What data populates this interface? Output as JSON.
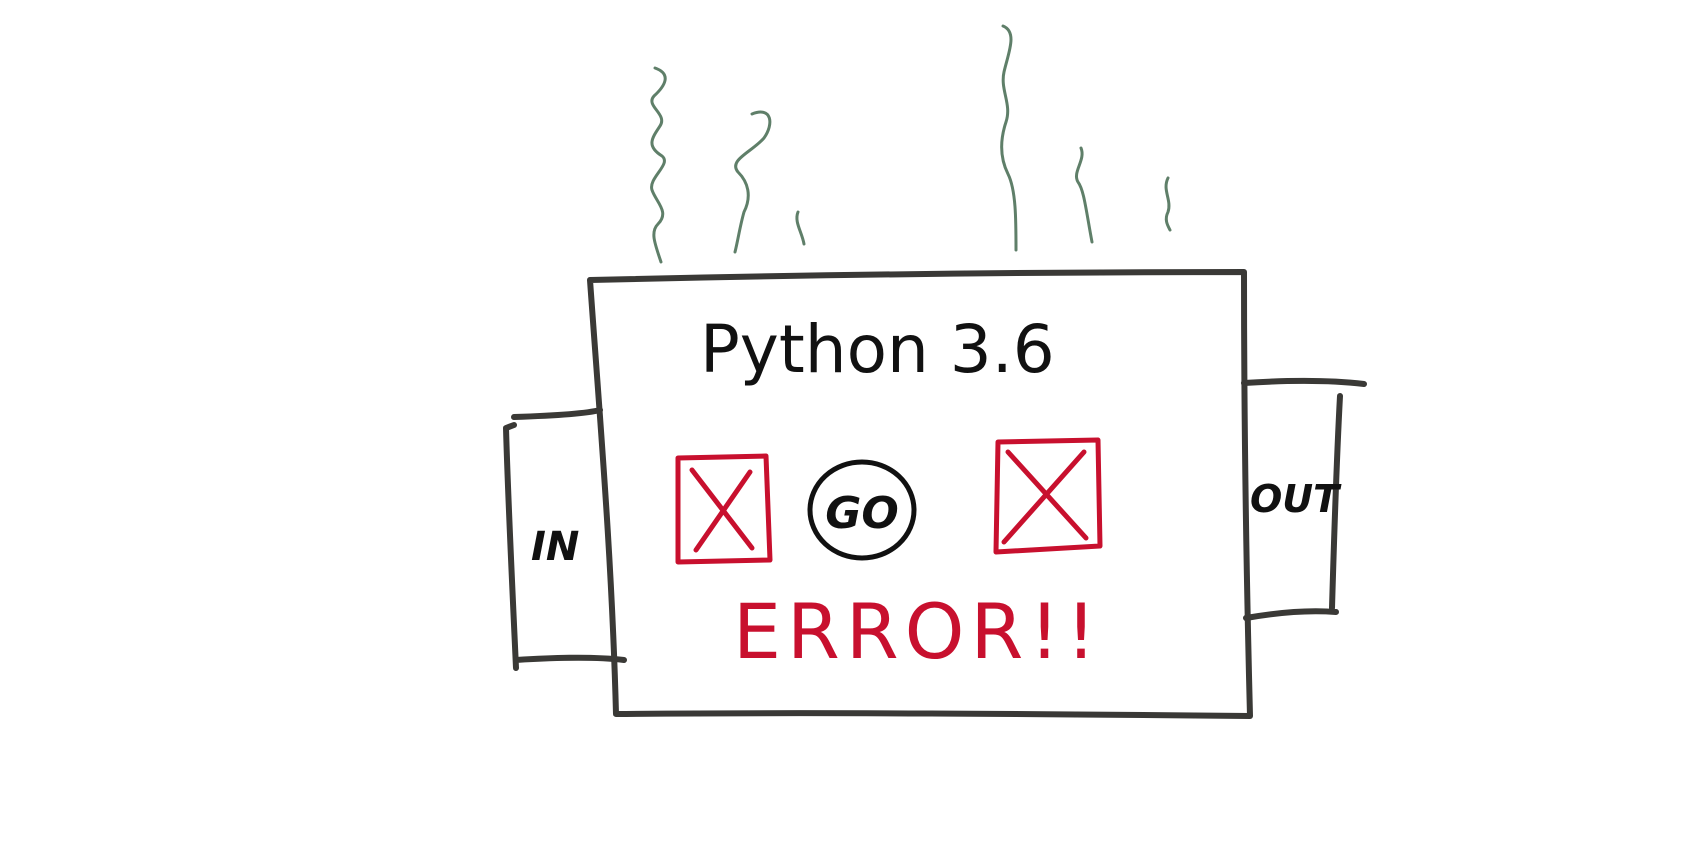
{
  "machine": {
    "title": "Python 3.6",
    "go_label": "GO",
    "error_text": "ERROR!!"
  },
  "input_tray": {
    "label": "IN"
  },
  "output_tray": {
    "label": "OUT"
  },
  "colors": {
    "ink": "#111111",
    "box_stroke": "#3a3936",
    "error_red": "#c8102e",
    "smoke_green": "#5f7f69"
  },
  "icons": {
    "left_indicator": "x-box-icon",
    "right_indicator": "x-box-icon",
    "go": "go-circle-icon",
    "smoke": "smoke-wisp-icon"
  }
}
